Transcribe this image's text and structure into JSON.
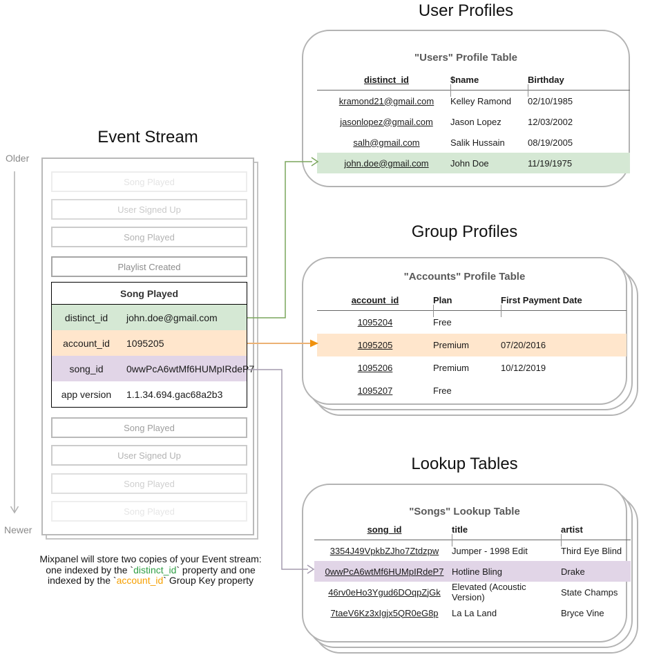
{
  "event_stream": {
    "title": "Event Stream",
    "older_label": "Older",
    "newer_label": "Newer",
    "events_before": [
      "Song Played",
      "User Signed Up",
      "Song Played",
      "Playlist Created"
    ],
    "expanded_event": {
      "title": "Song Played",
      "rows": [
        {
          "key": "distinct_id",
          "value": "john.doe@gmail.com"
        },
        {
          "key": "account_id",
          "value": "1095205"
        },
        {
          "key": "song_id",
          "value": "0wwPcA6wtMf6HUMpIRdeP7"
        },
        {
          "key": "app version",
          "value": "1.1.34.694.gac68a2b3"
        }
      ]
    },
    "events_after": [
      "Song Played",
      "User Signed Up",
      "Song Played",
      "Song Played"
    ]
  },
  "user_profiles": {
    "section_title": "User Profiles",
    "table_title": "\"Users\" Profile Table",
    "columns": [
      "distinct_id",
      "$name",
      "Birthday"
    ],
    "rows": [
      [
        "kramond21@gmail.com",
        "Kelley Ramond",
        "02/10/1985"
      ],
      [
        "jasonlopez@gmail.com",
        "Jason Lopez",
        "12/03/2002"
      ],
      [
        "salh@gmail.com",
        "Salik Hussain",
        "08/19/2005"
      ],
      [
        "john.doe@gmail.com",
        "John Doe",
        "11/19/1975"
      ]
    ],
    "highlighted_row_index": 3,
    "highlight_color": "#d5e8d4"
  },
  "group_profiles": {
    "section_title": "Group Profiles",
    "table_title": "\"Accounts\" Profile Table",
    "columns": [
      "account_id",
      "Plan",
      "First Payment Date"
    ],
    "rows": [
      [
        "1095204",
        "Free",
        ""
      ],
      [
        "1095205",
        "Premium",
        "07/20/2016"
      ],
      [
        "1095206",
        "Premium",
        "10/12/2019"
      ],
      [
        "1095207",
        "Free",
        ""
      ]
    ],
    "highlighted_row_index": 1,
    "highlight_color": "#ffe6cc"
  },
  "lookup_tables": {
    "section_title": "Lookup Tables",
    "table_title": "\"Songs\" Lookup Table",
    "columns": [
      "song_id",
      "title",
      "artist"
    ],
    "rows": [
      [
        "3354J49VpkbZJho7Ztdzpw",
        "Jumper - 1998 Edit",
        "Third Eye Blind"
      ],
      [
        "0wwPcA6wtMf6HUMpIRdeP7",
        "Hotline Bling",
        "Drake"
      ],
      [
        "46rv0eHo3Ygud6DOqpZjGk",
        "Elevated (Acoustic Version)",
        "State Champs"
      ],
      [
        "7taeV6Kz3xIgjx5QR0eG8p",
        "La La Land",
        "Bryce Vine"
      ]
    ],
    "highlighted_row_index": 1,
    "highlight_color": "#e1d5e7"
  },
  "caption": {
    "line1": "Mixpanel will store two copies of your Event stream:",
    "line2_pre": "one indexed by the `",
    "line2_code": "distinct_id",
    "line2_post": "` property and one",
    "line3_pre": "indexed by the `",
    "line3_code": "account_id",
    "line3_post": "` Group Key property"
  },
  "colors": {
    "distinct_id_highlight": "#d5e8d4",
    "account_id_highlight": "#ffe6cc",
    "song_id_highlight": "#e1d5e7",
    "distinct_id_arrow": "#7aa65c",
    "account_id_arrow": "#f0910d",
    "song_id_arrow": "#a39aae",
    "caption_distinct_id_color": "#2f9e44",
    "caption_account_id_color": "#f59f00"
  }
}
